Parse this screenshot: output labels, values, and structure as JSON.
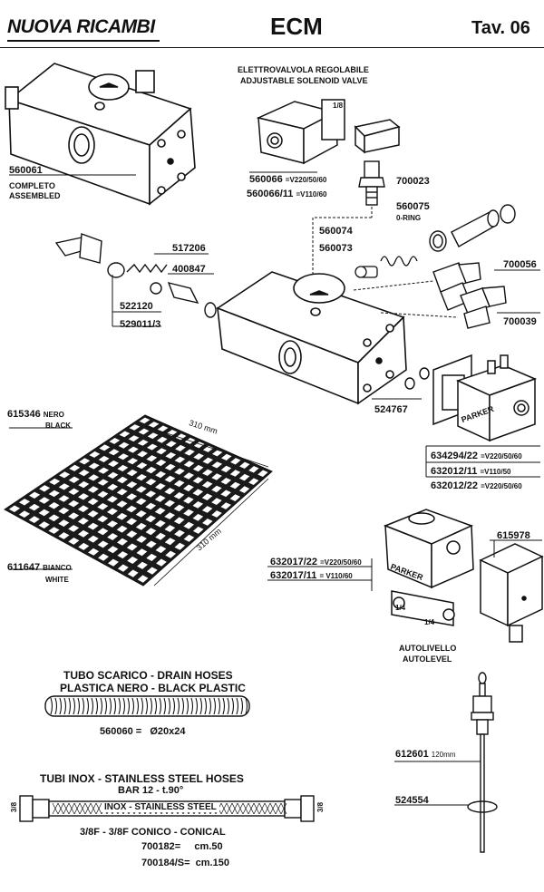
{
  "header": {
    "brand": "NUOVA RICAMBI",
    "title": "ECM",
    "table": "Tav. 06"
  },
  "parts": {
    "p560061": {
      "code": "560061",
      "desc1": "COMPLETO",
      "desc2": "ASSEMBLED"
    },
    "valve_title1": "ELETTROVALVOLA REGOLABILE",
    "valve_title2": "ADJUSTABLE SOLENOID VALVE",
    "valve_mark": "1/8",
    "p560066": {
      "code": "560066",
      "spec": "=V220/50/60"
    },
    "p560066_11": {
      "code": "560066/11",
      "spec": "=V110/60"
    },
    "p700023": "700023",
    "p560075": {
      "code": "560075",
      "desc": "0-RING"
    },
    "p560074": "560074",
    "p560073": "560073",
    "p517206": "517206",
    "p400847": "400847",
    "p522120": "522120",
    "p529011": "529011/3",
    "p700056": "700056",
    "p700039": "700039",
    "p615346": {
      "code": "615346",
      "desc1": "NERO",
      "desc2": "BLACK"
    },
    "grid_dim1": "310 mm",
    "grid_dim2": "310 mm",
    "p611647": {
      "code": "611647",
      "desc1": "BIANCO",
      "desc2": "WHITE"
    },
    "p524767": "524767",
    "coil_brand": "PARKER",
    "p634294": {
      "code": "634294/22",
      "spec": "=V220/50/60"
    },
    "p632012_11": {
      "code": "632012/11",
      "spec": "=V110/50"
    },
    "p632012_22": {
      "code": "632012/22",
      "spec": "=V220/50/60"
    },
    "p615978": "615978",
    "p632017_22": {
      "code": "632017/22",
      "spec": "=V220/50/60"
    },
    "p632017_11": {
      "code": "632017/11",
      "spec": "= V110/60"
    },
    "autolevel_mark1": "1/4",
    "autolevel_mark2": "1/4",
    "autolevel1": "AUTOLIVELLO",
    "autolevel2": "AUTOLEVEL",
    "drain_title1": "TUBO SCARICO - DRAIN HOSES",
    "drain_title2": "PLASTICA NERO - BLACK PLASTIC",
    "p560060": {
      "code": "560060 =",
      "size": "Ø20x24"
    },
    "steel_title1": "TUBI INOX - STAINLESS STEEL HOSES",
    "steel_title2": "BAR 12 - t.90°",
    "hose_label": "INOX - STAINLESS STEEL",
    "hose_end_left": "3/8",
    "hose_end_right": "3/8",
    "steel_conical": "3/8F - 3/8F CONICO - CONICAL",
    "p700182": {
      "code": "700182=",
      "len": "cm.50"
    },
    "p700184": {
      "code": "700184/S=",
      "len": "cm.150"
    },
    "p612601": {
      "code": "612601",
      "len": "120mm"
    },
    "p524554": "524554"
  },
  "colors": {
    "ink": "#111111",
    "paper": "#ffffff",
    "grid": "#1a1a1a"
  }
}
